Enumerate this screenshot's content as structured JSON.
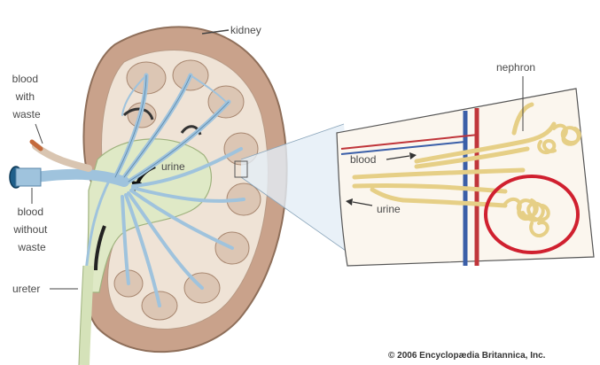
{
  "labels": {
    "kidney": "kidney",
    "blood_with_waste": [
      "blood",
      "with",
      "waste"
    ],
    "blood_without_waste": [
      "blood",
      "without",
      "waste"
    ],
    "ureter": "ureter",
    "urine_center": "urine",
    "nephron": "nephron",
    "blood_inset": "blood",
    "urine_inset": "urine"
  },
  "credit": "© 2006 Encyclopædia Britannica, Inc.",
  "colors": {
    "cortex": "#c9a28b",
    "medulla_pyramid": "#dcc6b4",
    "vessel": "#9fc3dd",
    "pelvis": "#dfe9c6",
    "nephron_tubule": "#f0dc9a",
    "highlight_circle": "#d0202f",
    "vein": "#3b5fa8",
    "artery": "#c0353a"
  }
}
